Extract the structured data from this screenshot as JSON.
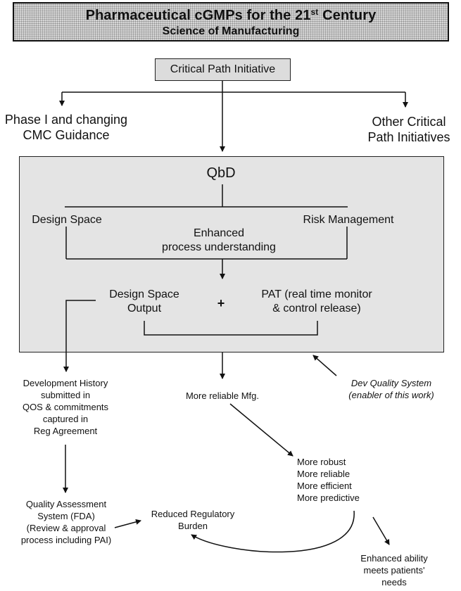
{
  "title": {
    "line1_before": "Pharmaceutical cGMPs for the 21",
    "line1_sup": "st",
    "line1_after": " Century",
    "line2": "Science of Manufacturing"
  },
  "critical_path": "Critical Path Initiative",
  "branches": {
    "left": [
      "Phase I and changing",
      "CMC Guidance"
    ],
    "right": [
      "Other Critical",
      "Path Initiatives"
    ]
  },
  "qbd": {
    "title": "QbD",
    "design_space": "Design Space",
    "risk_management": "Risk Management",
    "enhanced": [
      "Enhanced",
      "process understanding"
    ],
    "design_space_output": [
      "Design Space",
      "Output"
    ],
    "plus": "+",
    "pat": [
      "PAT (real time monitor",
      "& control release)"
    ]
  },
  "outcomes": {
    "development_history": [
      "Development History",
      "submitted in",
      "QOS & commitments",
      "captured in",
      "Reg Agreement"
    ],
    "more_reliable_mfg": "More reliable Mfg.",
    "dev_quality_system": [
      "Dev Quality System",
      "(enabler of this work)"
    ],
    "more_list": [
      "More robust",
      "More reliable",
      "More efficient",
      "More predictive"
    ],
    "quality_assessment": [
      "Quality Assessment",
      "System (FDA)",
      "(Review & approval",
      "process including PAI)"
    ],
    "reduced_burden": [
      "Reduced  Regulatory",
      "Burden"
    ],
    "enhanced_ability": [
      "Enhanced ability",
      "meets patients'",
      "needs"
    ]
  },
  "colors": {
    "line": "#111111",
    "title_fill": "#d6d6d6",
    "box_fill": "#e4e4e4"
  }
}
